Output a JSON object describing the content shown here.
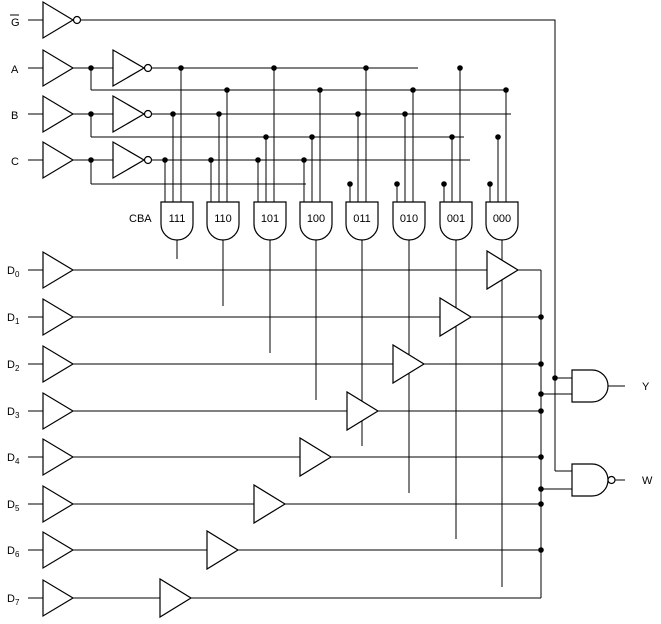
{
  "inputs": {
    "g": "G",
    "a": "A",
    "b": "B",
    "c": "C"
  },
  "cba_label": "CBA",
  "decoder_codes": [
    "111",
    "110",
    "101",
    "100",
    "011",
    "010",
    "001",
    "000"
  ],
  "data_inputs": [
    {
      "letter": "D",
      "sub": "0"
    },
    {
      "letter": "D",
      "sub": "1"
    },
    {
      "letter": "D",
      "sub": "2"
    },
    {
      "letter": "D",
      "sub": "3"
    },
    {
      "letter": "D",
      "sub": "4"
    },
    {
      "letter": "D",
      "sub": "5"
    },
    {
      "letter": "D",
      "sub": "6"
    },
    {
      "letter": "D",
      "sub": "7"
    }
  ],
  "outputs": {
    "y": "Y",
    "w": "W"
  }
}
